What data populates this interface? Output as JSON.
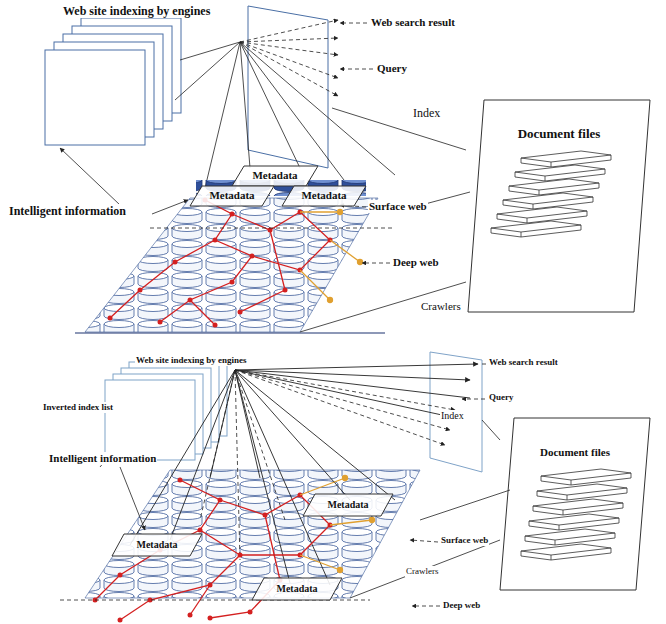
{
  "diagram": {
    "nodes": [
      {
        "text": [
          "Metadata"
        ]
      },
      {
        "text": [
          "Metadata"
        ]
      },
      {
        "text": [
          "Metadata"
        ]
      },
      {
        "text": [
          "Document files"
        ]
      },
      {
        "text": [
          "Metadata"
        ]
      },
      {
        "text": [
          "Metadata"
        ]
      },
      {
        "text": [
          "Metadata"
        ]
      },
      {
        "text": [
          "Document files"
        ]
      }
    ],
    "labels": [
      "Web site indexing by engines",
      "Web search result",
      "Query",
      "Index",
      "Surface web",
      "Intelligent information",
      "Deep web",
      "Crawlers",
      "Web site indexing by engines",
      "Web search result",
      "Query",
      "Inverted index list",
      "Index",
      "Intelligent information",
      "Surface web",
      "Crawlers",
      "Deep web"
    ]
  }
}
